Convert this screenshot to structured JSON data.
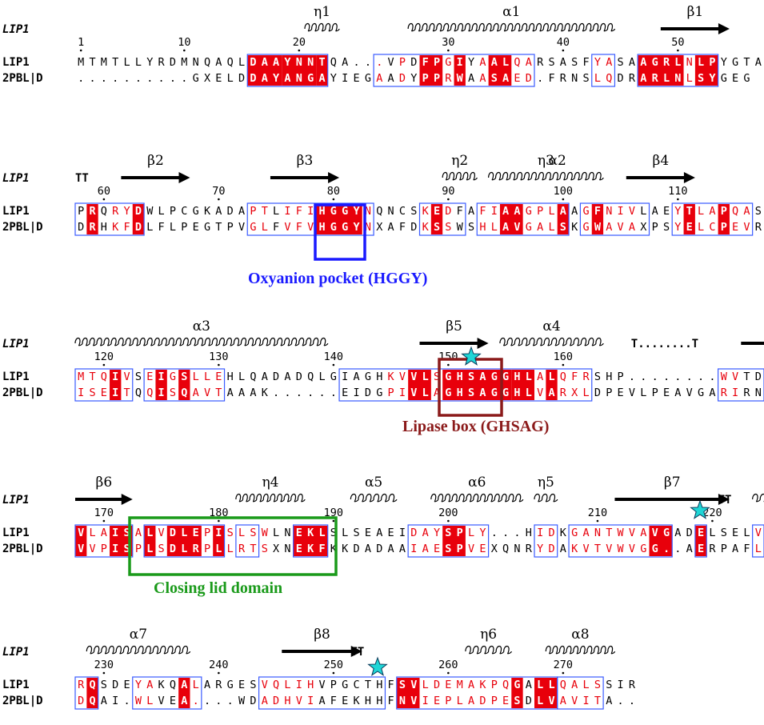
{
  "alignment": {
    "query_label": "LIP1",
    "seq_names": [
      "LIP1",
      "2PBL|D"
    ],
    "colors": {
      "identical_bg": "#e8000b",
      "identical_fg": "#ffffff",
      "similar_fg": "#e8000b",
      "box_stroke": "#3a5bff",
      "normal_fg": "#000000"
    },
    "blocks": [
      {
        "seq1": "MTMTLLYRDMNQAQLDAAYNNTQA...VPDFPGIYAALQARSASFYASAAGRLNLPYGTA",
        "seq2": "..........GXELDDAYANGAYIEGAADYPPRWAASAED.FRNSLQDRARLNLSYGEG",
        "ticks": [
          {
            "col": 0,
            "label": "1"
          },
          {
            "col": 9,
            "label": "10"
          },
          {
            "col": 19,
            "label": "20"
          },
          {
            "col": 32,
            "label": "30"
          },
          {
            "col": 42,
            "label": "40"
          },
          {
            "col": 52,
            "label": "50"
          }
        ],
        "ss": [
          {
            "type": "helix",
            "start": 20,
            "end": 22,
            "label": "η1"
          },
          {
            "type": "helix",
            "start": 29,
            "end": 46,
            "label": "α1"
          },
          {
            "type": "strand",
            "start": 51,
            "end": 56,
            "label": "β1"
          }
        ],
        "identical": [
          [
            15,
            17
          ],
          [
            18,
            20
          ],
          [
            21,
            21
          ],
          [
            30,
            31
          ],
          [
            33,
            33
          ],
          [
            36,
            37
          ],
          [
            49,
            52
          ],
          [
            54,
            55
          ]
        ],
        "boxes": [
          [
            15,
            21
          ],
          [
            26,
            39
          ],
          [
            45,
            46
          ],
          [
            49,
            55
          ]
        ],
        "similar": [
          26,
          28,
          32,
          35,
          38,
          39,
          45,
          46,
          53
        ]
      },
      {
        "seq1": "PRQRYDWLPCGKADAPTLIFIHGGYNQNCSKEDFAFIAAGPLAAGFNIVLAEYTLAPQAS",
        "seq2": "DRHKFDLFLPEGTPVGLFVFVHGGYNXAFDKSSWSHLAVGALSKGWAVAXPSYELCPEVR",
        "ticks": [
          {
            "col": 2,
            "label": "60"
          },
          {
            "col": 12,
            "label": "70"
          },
          {
            "col": 22,
            "label": "80"
          },
          {
            "col": 32,
            "label": "90"
          },
          {
            "col": 42,
            "label": "100"
          },
          {
            "col": 52,
            "label": "110"
          }
        ],
        "ss": [
          {
            "type": "turn",
            "start": 0,
            "end": 1,
            "label": "TT"
          },
          {
            "type": "strand",
            "start": 4,
            "end": 9,
            "label": "β2"
          },
          {
            "type": "strand",
            "start": 17,
            "end": 22,
            "label": "β3"
          },
          {
            "type": "helix",
            "start": 32,
            "end": 34,
            "label": "η2"
          },
          {
            "type": "helix",
            "start": 36,
            "end": 45,
            "label": "η3"
          },
          {
            "type": "strand",
            "start": 48,
            "end": 53,
            "label": "β4"
          }
        ],
        "ss_extra_labels": [
          {
            "col": 42,
            "label": "α2"
          }
        ],
        "identical": [
          [
            1,
            1
          ],
          [
            5,
            5
          ],
          [
            21,
            24
          ],
          [
            31,
            31
          ],
          [
            37,
            38
          ],
          [
            42,
            42
          ],
          [
            45,
            45
          ],
          [
            53,
            53
          ],
          [
            56,
            56
          ]
        ],
        "boxes": [
          [
            0,
            5
          ],
          [
            15,
            25
          ],
          [
            30,
            33
          ],
          [
            35,
            42
          ],
          [
            44,
            49
          ],
          [
            52,
            58
          ]
        ],
        "similar": [
          3,
          4,
          15,
          16,
          18,
          19,
          20,
          25,
          30,
          32,
          35,
          36,
          39,
          40,
          41,
          44,
          46,
          47,
          48,
          52,
          54,
          55,
          57,
          58
        ]
      },
      {
        "seq1": "MTQIVSEIGSLLEHLQADADQLGIAGHKVVLSGHSAGGHLALQFRSHP........WVTD",
        "seq2": "ISEITQQISQAVTAAAK......EIDGPIVLAGHSAGGHLVARXLDPEVLPEAVGARIRN",
        "ticks": [
          {
            "col": 2,
            "label": "120"
          },
          {
            "col": 12,
            "label": "130"
          },
          {
            "col": 22,
            "label": "140"
          },
          {
            "col": 32,
            "label": "150"
          },
          {
            "col": 42,
            "label": "160"
          }
        ],
        "ss": [
          {
            "type": "helix",
            "start": 0,
            "end": 21,
            "label": "α3"
          },
          {
            "type": "strand",
            "start": 30,
            "end": 35,
            "label": "β5"
          },
          {
            "type": "helix",
            "start": 37,
            "end": 45,
            "label": "α4"
          },
          {
            "type": "tline",
            "start": 48,
            "end": 60,
            "label": "T........T"
          }
        ],
        "identical": [
          [
            3,
            3
          ],
          [
            7,
            7
          ],
          [
            9,
            9
          ],
          [
            29,
            30
          ],
          [
            32,
            37
          ],
          [
            38,
            39
          ],
          [
            41,
            41
          ]
        ],
        "boxes": [
          [
            0,
            4
          ],
          [
            6,
            12
          ],
          [
            23,
            44
          ],
          [
            56,
            59
          ]
        ],
        "similar": [
          0,
          1,
          2,
          4,
          6,
          8,
          10,
          11,
          12,
          27,
          28,
          31,
          40,
          42,
          43,
          44,
          56,
          57
        ]
      },
      {
        "seq1": "VLAISALVDLEPISLSWLNEKLSLSEAEIDAYSPLY...HIDKGANTWVAVGADELSELV",
        "seq2": "VVPISPLSDLRPLLRTSXNEKFKKDADAAIAESPVEXQNRYDAKVTVWVGG..AERPAFL",
        "ticks": [
          {
            "col": 2,
            "label": "170"
          },
          {
            "col": 12,
            "label": "180"
          },
          {
            "col": 22,
            "label": "190"
          },
          {
            "col": 32,
            "label": "200"
          },
          {
            "col": 45,
            "label": "210"
          },
          {
            "col": 55,
            "label": "220"
          }
        ],
        "ss": [
          {
            "type": "strand",
            "start": 0,
            "end": 4,
            "label": "β6"
          },
          {
            "type": "helix",
            "start": 14,
            "end": 19,
            "label": "η4"
          },
          {
            "type": "helix",
            "start": 24,
            "end": 27,
            "label": "α5"
          },
          {
            "type": "helix",
            "start": 31,
            "end": 38,
            "label": "α6"
          },
          {
            "type": "helix",
            "start": 40,
            "end": 41,
            "label": "η5"
          },
          {
            "type": "strand",
            "start": 47,
            "end": 56,
            "label": "β7"
          },
          {
            "type": "turn",
            "start": 56,
            "end": 57,
            "label": "TT"
          },
          {
            "type": "helix",
            "start": 59,
            "end": 62,
            "label": ""
          }
        ],
        "identical": [
          [
            0,
            0
          ],
          [
            3,
            4
          ],
          [
            6,
            6
          ],
          [
            8,
            10
          ],
          [
            12,
            12
          ],
          [
            19,
            21
          ],
          [
            32,
            33
          ],
          [
            50,
            51
          ],
          [
            54,
            54
          ]
        ],
        "boxes": [
          [
            0,
            4
          ],
          [
            6,
            12
          ],
          [
            14,
            15
          ],
          [
            19,
            21
          ],
          [
            29,
            35
          ],
          [
            40,
            41
          ],
          [
            43,
            51
          ],
          [
            54,
            54
          ],
          [
            59,
            59
          ]
        ],
        "similar": [
          1,
          2,
          5,
          7,
          11,
          13,
          14,
          15,
          16,
          29,
          30,
          31,
          34,
          35,
          40,
          41,
          43,
          44,
          45,
          46,
          47,
          48,
          49,
          59
        ]
      },
      {
        "seq1": "RQSDEYAKQALARGESVQLIHVPGCTHFSVLDEMAKPQGALLQALSSIR",
        "seq2": "DQAI.WLVEA....WDADHVIAFEKHHFNVIEPLADPESDLVAVITA..",
        "ticks": [
          {
            "col": 2,
            "label": "230"
          },
          {
            "col": 12,
            "label": "240"
          },
          {
            "col": 22,
            "label": "250"
          },
          {
            "col": 32,
            "label": "260"
          },
          {
            "col": 42,
            "label": "270"
          }
        ],
        "ss": [
          {
            "type": "helix",
            "start": 1,
            "end": 9,
            "label": "α7"
          },
          {
            "type": "strand",
            "start": 18,
            "end": 24,
            "label": "β8"
          },
          {
            "type": "turn",
            "start": 24,
            "end": 25,
            "label": "TT"
          },
          {
            "type": "helix",
            "start": 34,
            "end": 37,
            "label": "η6"
          },
          {
            "type": "helix",
            "start": 41,
            "end": 46,
            "label": "α8"
          }
        ],
        "identical": [
          [
            1,
            1
          ],
          [
            9,
            9
          ],
          [
            28,
            29
          ],
          [
            38,
            38
          ],
          [
            40,
            41
          ]
        ],
        "boxes": [
          [
            0,
            1
          ],
          [
            5,
            10
          ],
          [
            16,
            26
          ],
          [
            28,
            41
          ],
          [
            42,
            45
          ]
        ],
        "similar": [
          0,
          5,
          6,
          10,
          16,
          17,
          18,
          19,
          20,
          30,
          31,
          32,
          33,
          34,
          35,
          36,
          37,
          42,
          43,
          44,
          45
        ]
      }
    ]
  },
  "annotations": {
    "oxyanion": {
      "text": "Oxyanion pocket (HGGY)",
      "color": "#1a1aff"
    },
    "lipase_box": {
      "text": "Lipase box (GHSAG)",
      "color": "#8b1a1a"
    },
    "lid": {
      "text": "Closing lid domain",
      "color": "#1a9a1a"
    },
    "star_color": "#1fd6d6"
  }
}
